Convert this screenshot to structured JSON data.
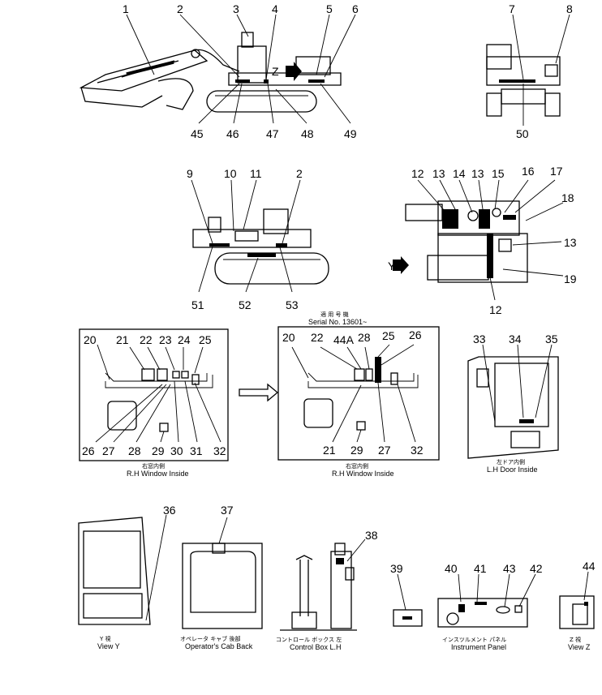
{
  "callouts": {
    "n1": "1",
    "n2": "2",
    "n3": "3",
    "n4": "4",
    "n5": "5",
    "n6": "6",
    "n7": "7",
    "n8": "8",
    "n9": "9",
    "n10": "10",
    "n11": "11",
    "n2b": "2",
    "n12": "12",
    "n13": "13",
    "n14": "14",
    "n13b": "13",
    "n15": "15",
    "n16": "16",
    "n17": "17",
    "n18": "18",
    "n13c": "13",
    "n19": "19",
    "n12b": "12",
    "n45": "45",
    "n46": "46",
    "n47": "47",
    "n48": "48",
    "n49": "49",
    "n50": "50",
    "n51": "51",
    "n52": "52",
    "n53": "53",
    "a20": "20",
    "a21": "21",
    "a22": "22",
    "a23": "23",
    "a24": "24",
    "a25": "25",
    "a26": "26",
    "a27": "27",
    "a28": "28",
    "a29": "29",
    "a30": "30",
    "a31": "31",
    "a32": "32",
    "b20": "20",
    "b22": "22",
    "b44A": "44A",
    "b28": "28",
    "b25": "25",
    "b26": "26",
    "b21": "21",
    "b29": "29",
    "b27": "27",
    "b32": "32",
    "c33": "33",
    "c34": "34",
    "c35": "35",
    "n36": "36",
    "n37": "37",
    "n38": "38",
    "n39": "39",
    "n40": "40",
    "n41": "41",
    "n42": "42",
    "n43": "43",
    "n44": "44"
  },
  "view_marks": {
    "z_mark": "Z",
    "y_mark": "Y"
  },
  "captions": {
    "serial_jp": "適 用 号 機",
    "serial": "Serial No. 13601~",
    "rh1_jp": "右窓内側",
    "rh1": "R.H Window Inside",
    "rh2_jp": "右窓内側",
    "rh2": "R.H Window Inside",
    "lh_jp": "左ドア内側",
    "lh": "L.H Door Inside",
    "y_jp": "Y 視",
    "y": "View Y",
    "cab_jp": "オペレータ キャブ 後部",
    "cab": "Operator's Cab Back",
    "box_jp": "コントロール ボックス 左",
    "box": "Control Box L.H",
    "panel_jp": "インスツルメント パネル",
    "panel": "Instrument Panel",
    "z_jp": "Z 視",
    "z": "View Z"
  },
  "colors": {
    "ink": "#000000",
    "paper": "#ffffff"
  }
}
